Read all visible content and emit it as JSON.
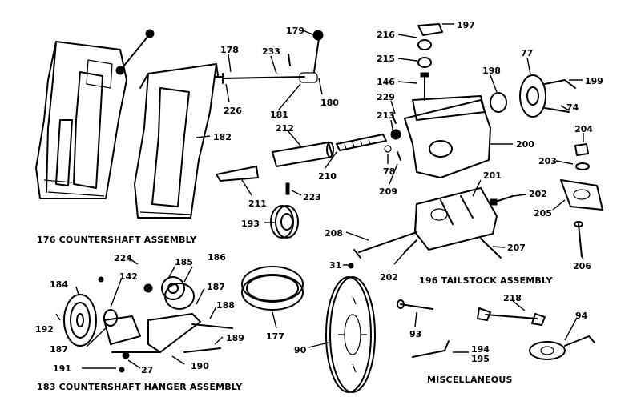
{
  "assemblies": {
    "countershaft": "176 COUNTERSHAFT ASSEMBLY",
    "tailstock": "196 TAILSTOCK ASSEMBLY",
    "hanger": "183 COUNTERSHAFT HANGER ASSEMBLY",
    "misc": "MISCELLANEOUS"
  },
  "labels": {
    "p179": "179",
    "p178": "178",
    "p233": "233",
    "p226": "226",
    "p181": "181",
    "p180": "180",
    "p182": "182",
    "p212": "212",
    "p211": "211",
    "p210": "210",
    "p223": "223",
    "p193": "193",
    "p216": "216",
    "p197": "197",
    "p215": "215",
    "p146": "146",
    "p229": "229",
    "p213": "213",
    "p78": "78",
    "p209": "209",
    "p198": "198",
    "p77": "77",
    "p199": "199",
    "p74": "74",
    "p204": "204",
    "p203": "203",
    "p200": "200",
    "p201": "201",
    "p202a": "202",
    "p205": "205",
    "p202b": "202",
    "p206": "206",
    "p207": "207",
    "p208": "208",
    "p31": "31",
    "p224": "224",
    "p142": "142",
    "p185": "185",
    "p186": "186",
    "p184": "184",
    "p192": "192",
    "p187a": "187",
    "p188": "188",
    "p187b": "187",
    "p189": "189",
    "p191": "191",
    "p27": "27",
    "p190": "190",
    "p177": "177",
    "p90": "90",
    "p93": "93",
    "p218": "218",
    "p94": "94",
    "p194": "194",
    "p195": "195"
  }
}
